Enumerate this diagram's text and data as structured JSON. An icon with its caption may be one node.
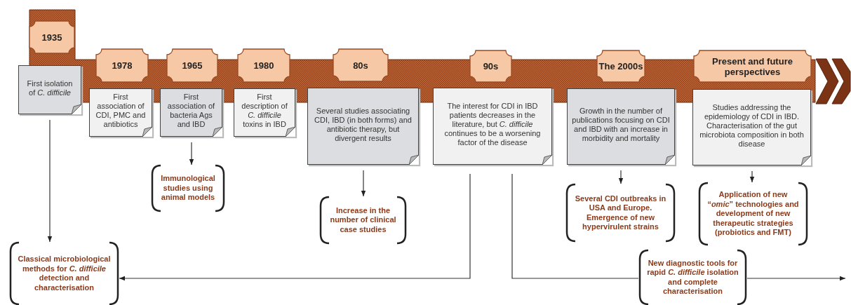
{
  "diagram": {
    "nodes": [
      {
        "text": [
          "1935"
        ]
      },
      {
        "text": [
          "First isolation of *C. difficile*"
        ]
      },
      {
        "text": [
          "1978"
        ]
      },
      {
        "text": [
          "First association of CDI, PMC and antibiotics"
        ]
      },
      {
        "text": [
          "1965"
        ]
      },
      {
        "text": [
          "First association of bacteria Ags and IBD"
        ]
      },
      {
        "text": [
          "1980"
        ]
      },
      {
        "text": [
          "First description of *C. difficile* toxins in IBD"
        ]
      },
      {
        "text": [
          "80s"
        ]
      },
      {
        "text": [
          "Several studies associating CDI, IBD (in both forms) and antibiotic therapy, but divergent results"
        ]
      },
      {
        "text": [
          "90s"
        ]
      },
      {
        "text": [
          "The interest for CDI in IBD patients decreases in the literature, but *C. difficile* continues to be a worsening factor of the disease"
        ]
      },
      {
        "text": [
          "The 2000s"
        ]
      },
      {
        "text": [
          "Growth in the number of publications focusing on CDI and IBD with an increase in morbidity and mortality"
        ]
      },
      {
        "text": [
          "Present and future perspectives"
        ]
      },
      {
        "text": [
          "Studies addressing the epidemiology of CDI in IBD. Characterisation of the gut microbiota composition in both disease"
        ]
      },
      {
        "text": [
          "Classical microbiological methods for *C. difficile* detection and characterisation"
        ]
      },
      {
        "text": [
          "Immunological studies using animal models"
        ]
      },
      {
        "text": [
          "Increase in the number of clinical case studies"
        ]
      },
      {
        "text": [
          "Several CDI outbreaks in USA and Europe. Emergence of new hypervirulent strains"
        ]
      },
      {
        "text": [
          "Application of new “*omic*” technologies and development of new therapeutic strategies (probiotics and FMT)"
        ]
      },
      {
        "text": [
          "New diagnostic tools for rapid *C. difficile* isolation and complete characterisation"
        ]
      }
    ],
    "edges": [
      {
        "from": 1,
        "to": 16,
        "arrow": "to"
      },
      {
        "from": 5,
        "to": 17,
        "arrow": "to"
      },
      {
        "from": 9,
        "to": 18,
        "arrow": "to"
      },
      {
        "from": 13,
        "to": 19,
        "arrow": "to"
      },
      {
        "from": 15,
        "to": 20,
        "arrow": "to"
      },
      {
        "from": 11,
        "to": 16,
        "arrow": "to"
      },
      {
        "from": 11,
        "to": 21,
        "arrow": "none"
      },
      {
        "from": 21,
        "to": null,
        "arrow": "to"
      }
    ]
  }
}
